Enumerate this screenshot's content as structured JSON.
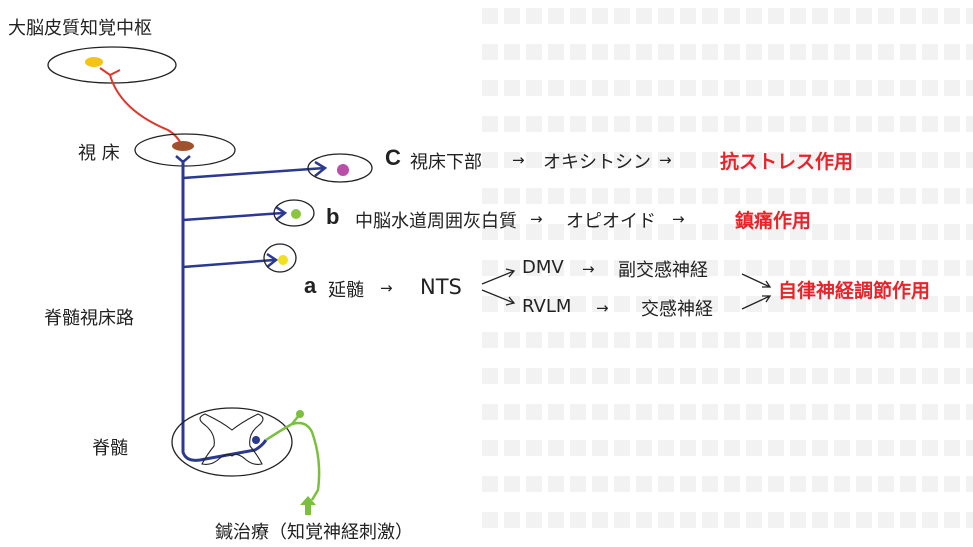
{
  "labels": {
    "cortex": "大脳皮質知覚中枢",
    "thalamus": "視 床",
    "spinothalamic": "脊髄視床路",
    "spinal_cord": "脊髄",
    "acupuncture": "鍼治療（知覚神経刺激）"
  },
  "pathway_c": {
    "letter": "C",
    "region": "視床下部",
    "mediator": "オキシトシン",
    "effect": "抗ストレス作用"
  },
  "pathway_b": {
    "letter": "b",
    "region": "中脳水道周囲灰白質",
    "mediator": "オピオイド",
    "effect": "鎮痛作用"
  },
  "pathway_a": {
    "letter": "a",
    "region": "延髄",
    "nucleus": "NTS",
    "branch_upper": "DMV",
    "branch_upper_effect": "副交感神経",
    "branch_lower": "RVLM",
    "branch_lower_effect": "交感神経",
    "effect": "自律神経調節作用"
  },
  "symbols": {
    "arrow": "→"
  },
  "colors": {
    "pathway": "#2b3990",
    "cortex_neuron": "#e0352b",
    "sensory_nerve": "#7bbf3f",
    "effect_text": "#e8242b",
    "nucleus_cortex": "#f4c316",
    "nucleus_thalamus": "#a0522d",
    "nucleus_c": "#b84fa8",
    "nucleus_b": "#8bc53f",
    "nucleus_a": "#f0e020"
  }
}
